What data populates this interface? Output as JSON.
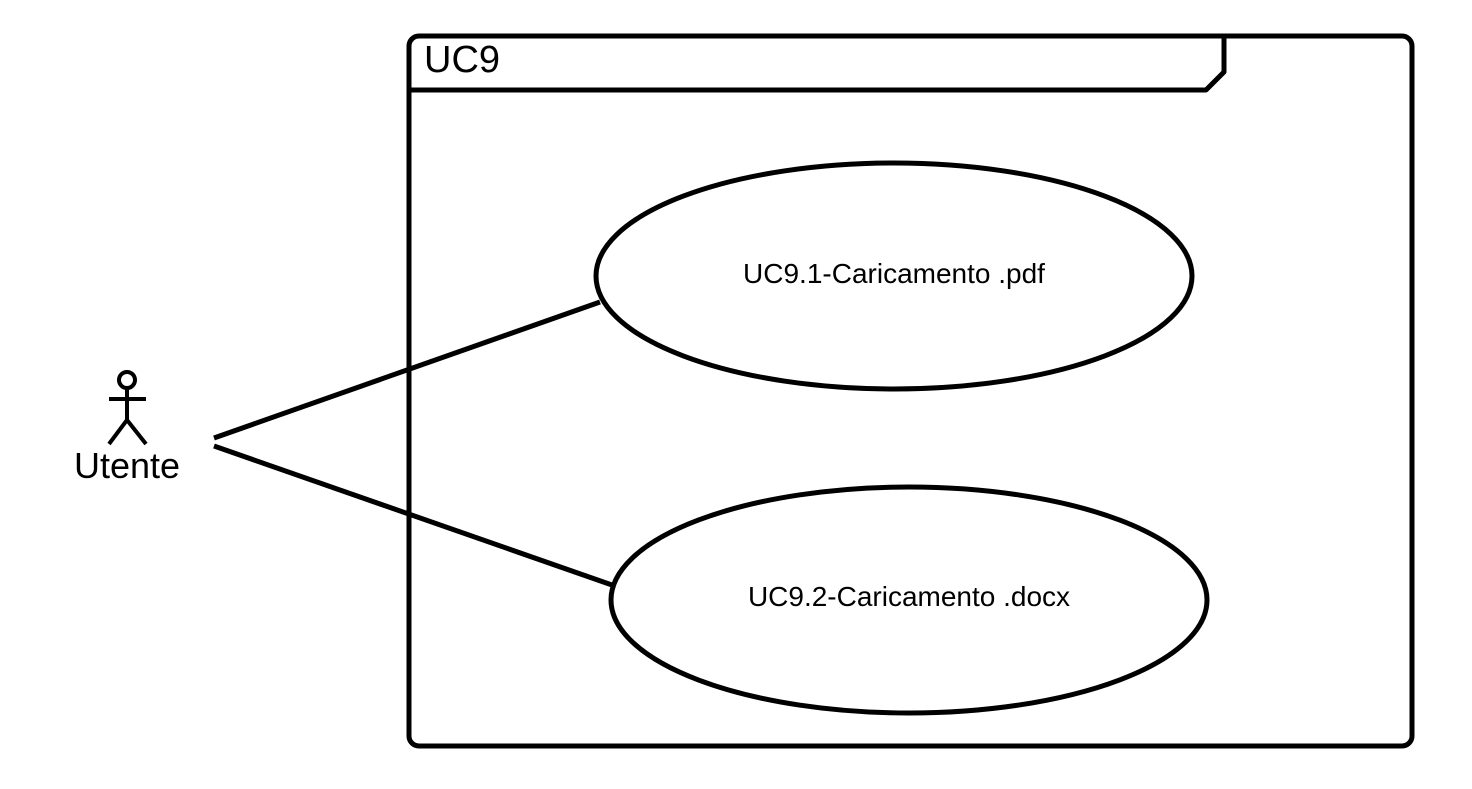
{
  "diagram": {
    "type": "uml-use-case",
    "system": {
      "name": "UC9"
    },
    "actor": {
      "name": "Utente"
    },
    "use_cases": [
      {
        "label": "UC9.1-Caricamento .pdf"
      },
      {
        "label": "UC9.2-Caricamento .docx"
      }
    ],
    "associations": [
      {
        "from": "Utente",
        "to": "UC9.1-Caricamento .pdf"
      },
      {
        "from": "Utente",
        "to": "UC9.2-Caricamento .docx"
      }
    ]
  }
}
